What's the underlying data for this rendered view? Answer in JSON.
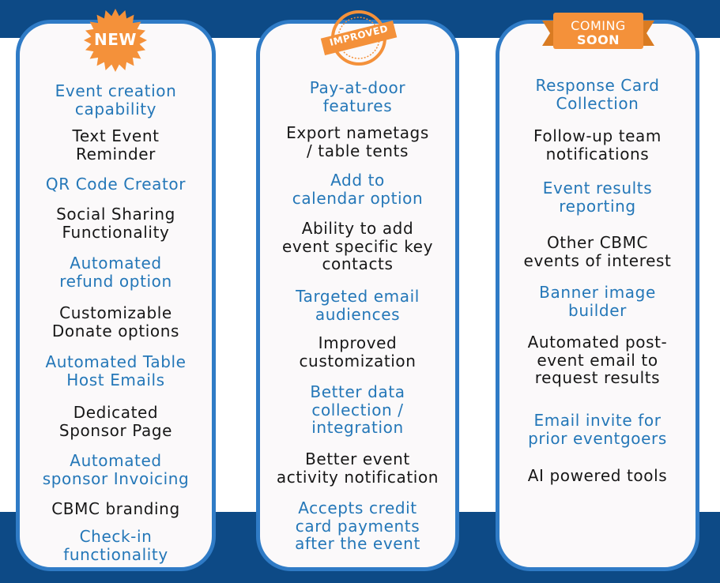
{
  "badges": {
    "new": "NEW",
    "improved": "IMPROVED",
    "coming_soon": {
      "line1": "COMING",
      "line2": "SOON"
    }
  },
  "colors": {
    "band": "#0d4a86",
    "card_border": "#2f7bc6",
    "blue_text": "#2477b8",
    "dark_text": "#171717",
    "orange": "#f4913a"
  },
  "columns": [
    {
      "badge": "new",
      "features": [
        {
          "text": "Event creation\ncapability",
          "color": "blue"
        },
        {
          "text": "Text Event\nReminder",
          "color": "dark"
        },
        {
          "text": "QR Code Creator",
          "color": "blue"
        },
        {
          "text": "Social Sharing\nFunctionality",
          "color": "dark"
        },
        {
          "text": "Automated\nrefund option",
          "color": "blue"
        },
        {
          "text": "Customizable\nDonate options",
          "color": "dark"
        },
        {
          "text": "Automated Table\nHost Emails",
          "color": "blue"
        },
        {
          "text": "Dedicated\nSponsor Page",
          "color": "dark"
        },
        {
          "text": "Automated\nsponsor Invoicing",
          "color": "blue"
        },
        {
          "text": "CBMC branding",
          "color": "dark"
        },
        {
          "text": "Check-in\nfunctionality",
          "color": "blue"
        }
      ]
    },
    {
      "badge": "improved",
      "features": [
        {
          "text": "Pay-at-door\nfeatures",
          "color": "blue"
        },
        {
          "text": "Export nametags\n/ table tents",
          "color": "dark"
        },
        {
          "text": "Add to\ncalendar option",
          "color": "blue"
        },
        {
          "text": "Ability to add\nevent specific key\ncontacts",
          "color": "dark"
        },
        {
          "text": "Targeted email\naudiences",
          "color": "blue"
        },
        {
          "text": "Improved\ncustomization",
          "color": "dark"
        },
        {
          "text": "Better data\ncollection /\nintegration",
          "color": "blue"
        },
        {
          "text": "Better event\nactivity notification",
          "color": "dark"
        },
        {
          "text": "Accepts credit\ncard payments\nafter the event",
          "color": "blue"
        }
      ]
    },
    {
      "badge": "coming_soon",
      "features": [
        {
          "text": "Response Card\nCollection",
          "color": "blue"
        },
        {
          "text": "Follow-up team\nnotifications",
          "color": "dark"
        },
        {
          "text": "Event results\nreporting",
          "color": "blue"
        },
        {
          "text": "Other CBMC\nevents of interest",
          "color": "dark"
        },
        {
          "text": "Banner image\nbuilder",
          "color": "blue"
        },
        {
          "text": "Automated post-\nevent email to\nrequest results",
          "color": "dark"
        },
        {
          "text": "Email invite for\nprior eventgoers",
          "color": "blue"
        },
        {
          "text": "AI powered tools",
          "color": "dark"
        }
      ]
    }
  ]
}
